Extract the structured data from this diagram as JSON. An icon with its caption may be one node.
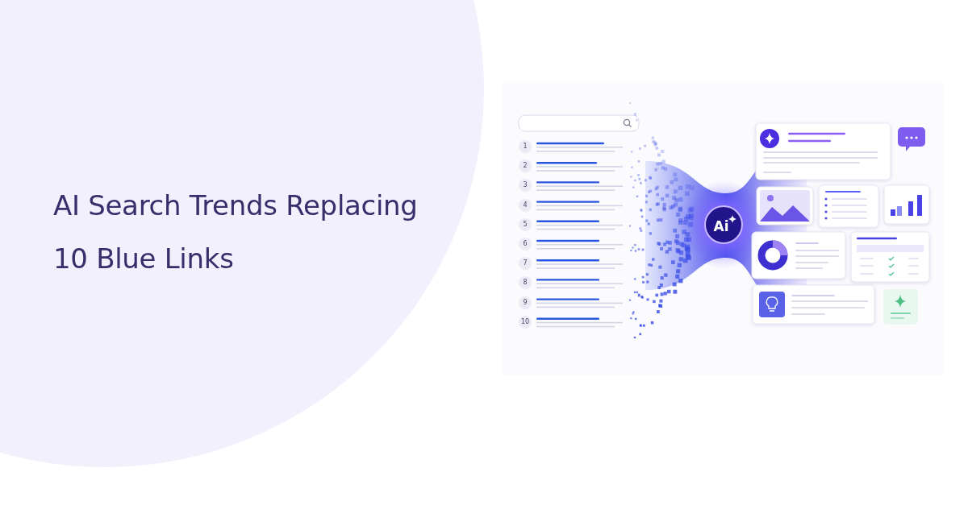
{
  "diagram": {
    "title": "AI Search Trends Replacing 10 Blue Links",
    "nodes": [
      {
        "text": [
          "1"
        ]
      },
      {
        "text": [
          "2"
        ]
      },
      {
        "text": [
          "3"
        ]
      },
      {
        "text": [
          "4"
        ]
      },
      {
        "text": [
          "5"
        ]
      },
      {
        "text": [
          "6"
        ]
      },
      {
        "text": [
          "7"
        ]
      },
      {
        "text": [
          "8"
        ]
      },
      {
        "text": [
          "9"
        ]
      },
      {
        "text": [
          "10"
        ]
      },
      {
        "text": [
          "Ai"
        ]
      }
    ]
  }
}
